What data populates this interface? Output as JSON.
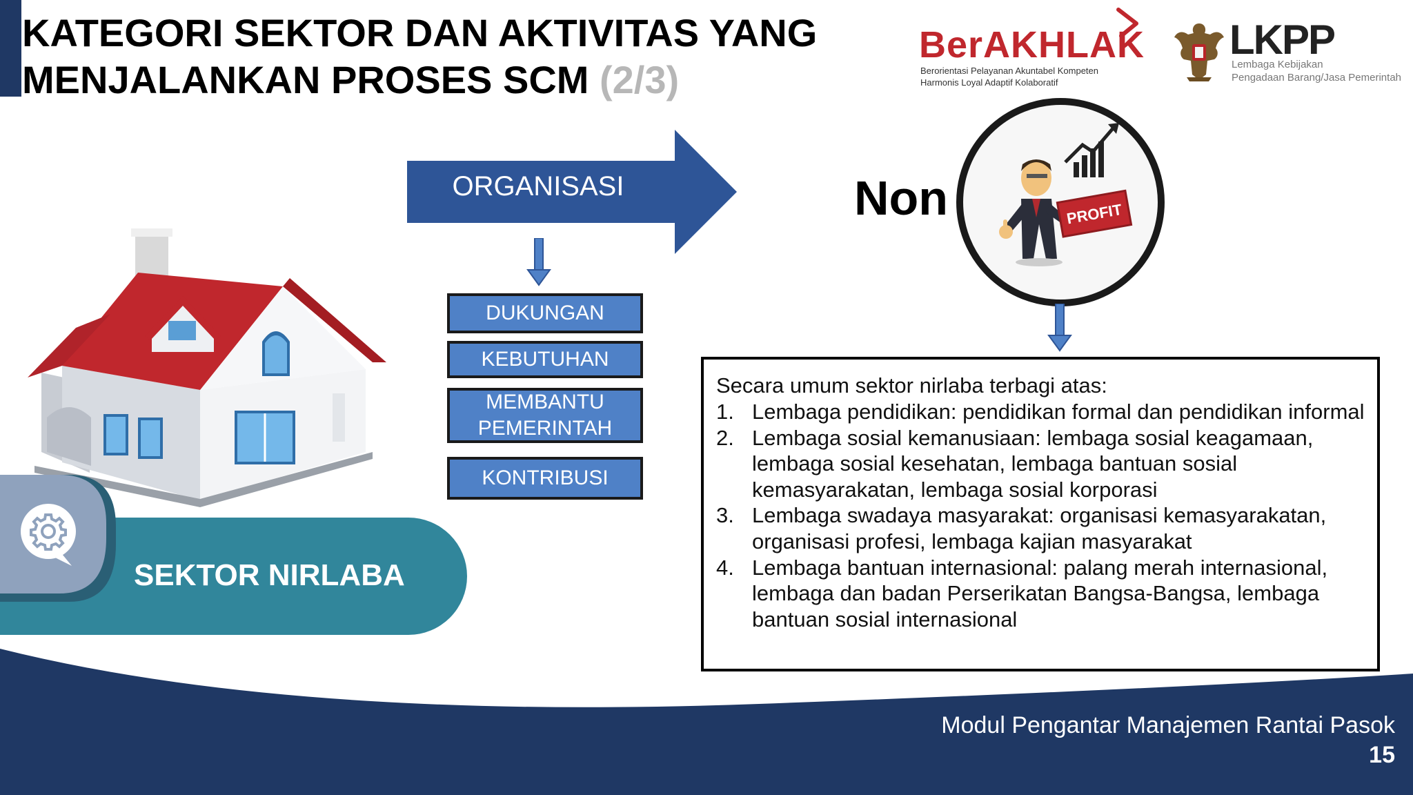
{
  "title": {
    "line1": "KATEGORI SEKTOR DAN AKTIVITAS YANG",
    "line2": "MENJALANKAN PROSES SCM",
    "page_indicator": "(2/3)"
  },
  "logos": {
    "berakhlak": {
      "name": "BerAKHLAK",
      "tagline1": "Berorientasi Pelayanan Akuntabel Kompeten",
      "tagline2": "Harmonis Loyal Adaptif Kolaboratif"
    },
    "lkpp": {
      "name": "LKPP",
      "desc1": "Lembaga Kebijakan",
      "desc2": "Pengadaan Barang/Jasa Pemerintah"
    }
  },
  "diagram": {
    "main_arrow_label": "ORGANISASI",
    "boxes": [
      {
        "label": "DUKUNGAN"
      },
      {
        "label": "KEBUTUHAN"
      },
      {
        "label": "MEMBANTU PEMERINTAH"
      },
      {
        "label": "KONTRIBUSI"
      }
    ],
    "non_label": "Non",
    "profit_sign": "PROFIT"
  },
  "description": {
    "intro": "Secara umum sektor nirlaba terbagi atas:",
    "items": [
      {
        "num": "1.",
        "text": "Lembaga pendidikan: pendidikan formal dan pendidikan informal"
      },
      {
        "num": "2.",
        "text": "Lembaga sosial kemanusiaan: lembaga sosial keagamaan, lembaga sosial kesehatan, lembaga bantuan sosial kemasyarakatan, lembaga sosial korporasi"
      },
      {
        "num": "3.",
        "text": "Lembaga swadaya masyarakat: organisasi kemasyarakatan, organisasi profesi, lembaga kajian masyarakat"
      },
      {
        "num": "4.",
        "text": "Lembaga bantuan internasional: palang merah internasional, lembaga dan badan Perserikatan Bangsa-Bangsa, lembaga bantuan sosial internasional"
      }
    ]
  },
  "sector": {
    "label": "SEKTOR NIRLABA"
  },
  "footer": {
    "module": "Modul Pengantar Manajemen Rantai Pasok",
    "page": "15"
  },
  "colors": {
    "navy": "#1f3864",
    "arrow_blue": "#2e5597",
    "box_blue": "#4f81c7",
    "teal": "#31869b",
    "roof_red": "#c0272d"
  }
}
